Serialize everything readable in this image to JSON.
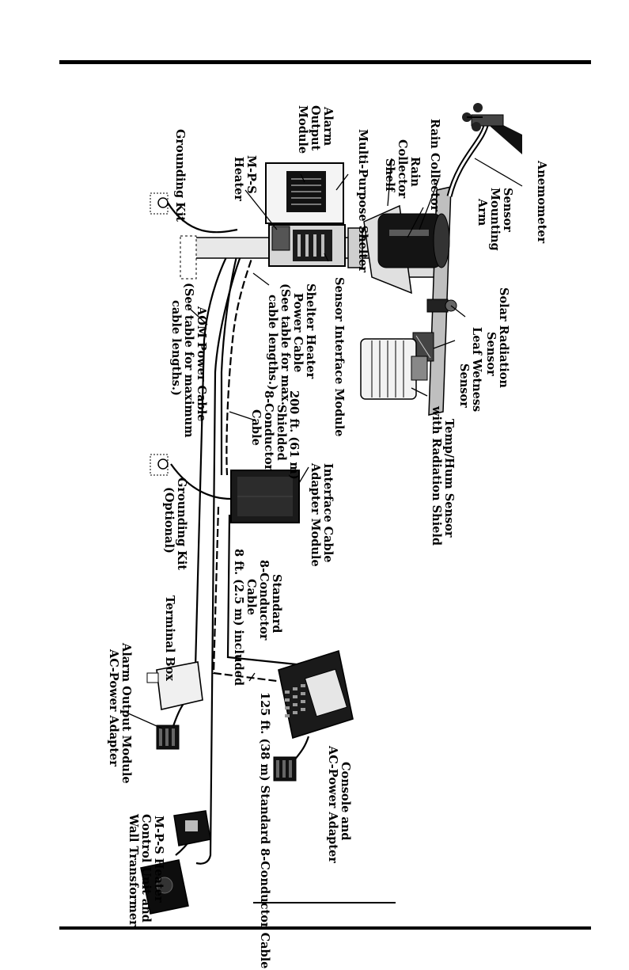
{
  "labels": {
    "anemometer": "Anemometer",
    "sensor_mounting_arm": [
      "Sensor",
      "Mounting",
      "Arm"
    ],
    "solar_radiation_sensor": [
      "Solar Radiation",
      "Sensor"
    ],
    "leaf_wetness_sensor": [
      "Leaf Wetness",
      "Sensor"
    ],
    "temp_hum_sensor": [
      "Temp/Hum Sensor",
      "with Radiation Shield"
    ],
    "rain_collector": "Rain Collector",
    "rain_collector_shelf": [
      "Rain",
      "Collector",
      "Shelf"
    ],
    "multi_purpose_shelter": "Multi-Purpose Shelter",
    "alarm_output_module": [
      "Alarm",
      "Output",
      "Module"
    ],
    "mps_heater": [
      "M-P-S",
      "Heater"
    ],
    "grounding_kit": "Grounding Kit",
    "sensor_interface_module": "Sensor Interface Module",
    "shelter_heater_power_cable": [
      "Shelter Heater",
      "Power Cable",
      "(See table for max.",
      "cable lengths.)"
    ],
    "aom_power_cable": [
      "AOM Power Cable",
      "(See table for maximum",
      "cable lengths.)"
    ],
    "shielded_cable": [
      "200 ft. (61 m)",
      "Shielded",
      "8-Conductor",
      "Cable"
    ],
    "interface_cable_adapter": [
      "Interface Cable",
      "Adapter Module"
    ],
    "grounding_kit_optional": [
      "Grounding Kit",
      "(Optional)"
    ],
    "standard_cable": [
      "Standard",
      "8-Conductor",
      "Cable",
      "8 ft. (2.5 m) included"
    ],
    "terminal_box": "Terminal Box",
    "aom_ac_adapter": [
      "Alarm Output Module",
      "AC-Power Adapter"
    ],
    "console_adapter": [
      "Console and",
      "AC-Power Adapter"
    ],
    "long_cable": "125 ft. (38 m) Standard 8-Conductor Cable",
    "mps_control_unit": [
      "M-P-S Heater",
      "Control Unit and",
      "Wall Transformer"
    ]
  },
  "colors": {
    "ink": "#000000",
    "paper": "#ffffff",
    "shade": "#1a1a1a",
    "mid": "#7a7a7a",
    "light": "#d8d8d8"
  }
}
